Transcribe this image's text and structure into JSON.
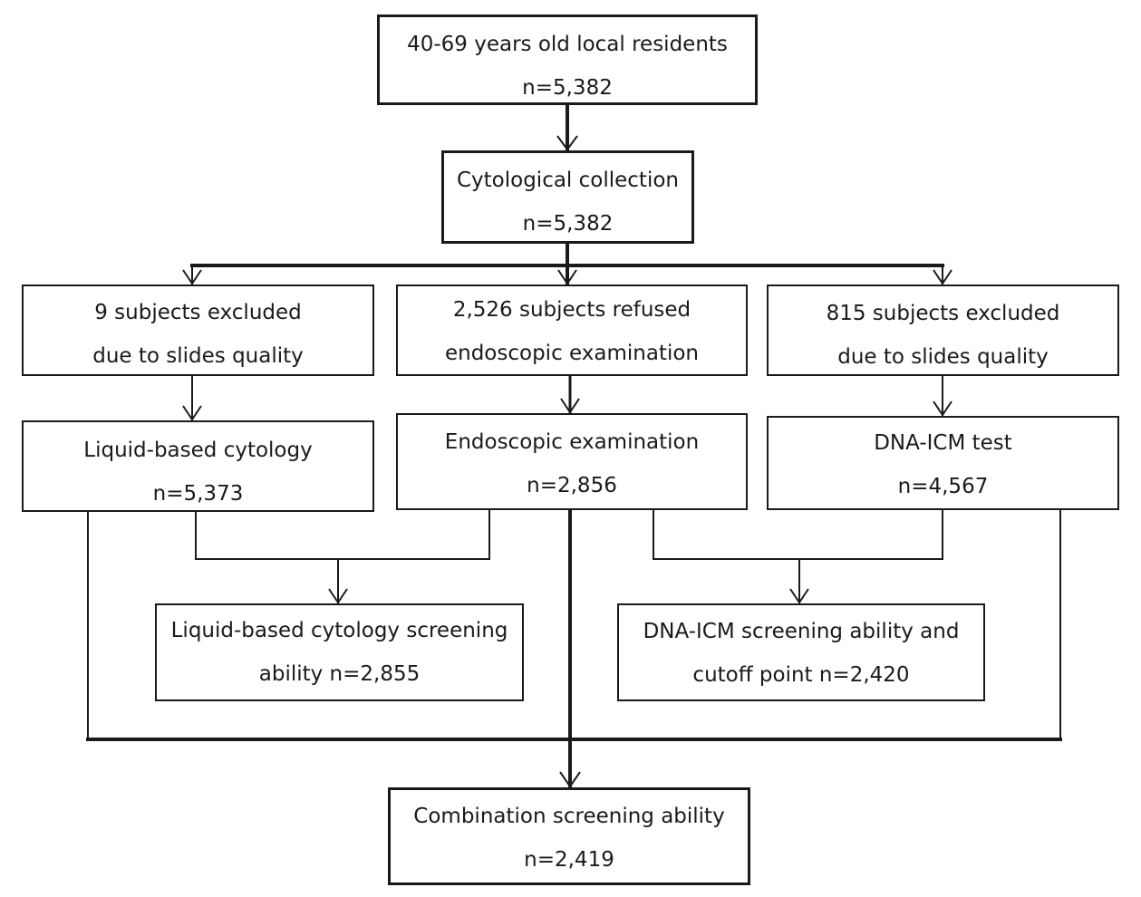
{
  "boxes": {
    "residents": {
      "line1": "40-69 years old local residents",
      "line2": "n=5,382"
    },
    "collection": {
      "line1": "Cytological collection",
      "line2": "n=5,382"
    },
    "excluded_left": {
      "line1": "9 subjects excluded",
      "line2": "due to slides quality"
    },
    "refused": {
      "line1": "2,526 subjects refused",
      "line2": "endoscopic examination"
    },
    "excluded_right": {
      "line1": "815 subjects excluded",
      "line2": "due to slides quality"
    },
    "lbc": {
      "line1": "Liquid-based cytology",
      "line2": "n=5,373"
    },
    "endoscopic": {
      "line1": "Endoscopic examination",
      "line2": "n=2,856"
    },
    "dna_icm": {
      "line1": "DNA-ICM test",
      "line2": "n=4,567"
    },
    "lbc_ability": {
      "line1": "Liquid-based cytology screening",
      "line2": "ability n=2,855"
    },
    "dna_ability": {
      "line1": "DNA-ICM  screening  ability and",
      "line2": "cutoff point n=2,420"
    },
    "combination": {
      "line1": "Combination screening ability",
      "line2": "n=2,419"
    }
  }
}
